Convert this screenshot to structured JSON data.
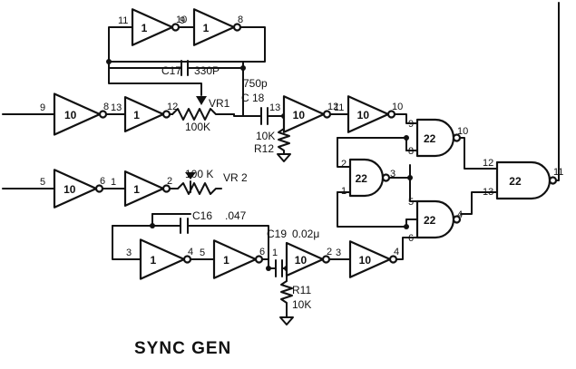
{
  "title": "SYNC GEN",
  "inverters": [
    {
      "id": "inv-top-a",
      "type": "1",
      "in_pin": "11",
      "out_pin": "10"
    },
    {
      "id": "inv-top-b",
      "type": "1",
      "in_pin": "9",
      "out_pin": "8"
    },
    {
      "id": "inv-r1-a",
      "type": "10",
      "in_pin": "9",
      "out_pin": "8"
    },
    {
      "id": "inv-r1-b",
      "type": "1",
      "in_pin": "13",
      "out_pin": "12"
    },
    {
      "id": "inv-r1-c",
      "type": "10",
      "in_pin": "13",
      "out_pin": "12"
    },
    {
      "id": "inv-r1-d",
      "type": "10",
      "in_pin": "11",
      "out_pin": "10"
    },
    {
      "id": "inv-r2-a",
      "type": "10",
      "in_pin": "5",
      "out_pin": "6"
    },
    {
      "id": "inv-r2-b",
      "type": "1",
      "in_pin": "1",
      "out_pin": "2"
    },
    {
      "id": "inv-r3-a",
      "type": "1",
      "in_pin": "3",
      "out_pin": "4"
    },
    {
      "id": "inv-r3-b",
      "type": "1",
      "in_pin": "5",
      "out_pin": "6"
    },
    {
      "id": "inv-r3-c",
      "type": "10",
      "in_pin": "1",
      "out_pin": "2"
    },
    {
      "id": "inv-r3-d",
      "type": "10",
      "in_pin": "3",
      "out_pin": "4"
    }
  ],
  "nand_gates": [
    {
      "id": "nand-upper",
      "type": "22",
      "in_pins": [
        "9",
        "8"
      ],
      "out_pin": "10"
    },
    {
      "id": "nand-middle",
      "type": "22",
      "in_pins": [
        "2",
        "1"
      ],
      "out_pin": "3"
    },
    {
      "id": "nand-lower",
      "type": "22",
      "in_pins": [
        "5",
        "6"
      ],
      "out_pin": "4"
    },
    {
      "id": "nand-output",
      "type": "22",
      "in_pins": [
        "12",
        "13"
      ],
      "out_pin": "11"
    }
  ],
  "components": {
    "c17": {
      "ref": "C17",
      "value": "330P"
    },
    "c18": {
      "ref": "C 18",
      "value": "750p"
    },
    "c16": {
      "ref": "C16",
      "value": ".047"
    },
    "c19": {
      "ref": "C19",
      "value": "0.02μ"
    },
    "vr1": {
      "ref": "VR1",
      "value": "100K"
    },
    "vr2": {
      "ref": "VR 2",
      "value": "100 K"
    },
    "r12": {
      "ref": "R12",
      "value": "10K"
    },
    "r11": {
      "ref": "R11",
      "value": "10K"
    }
  }
}
